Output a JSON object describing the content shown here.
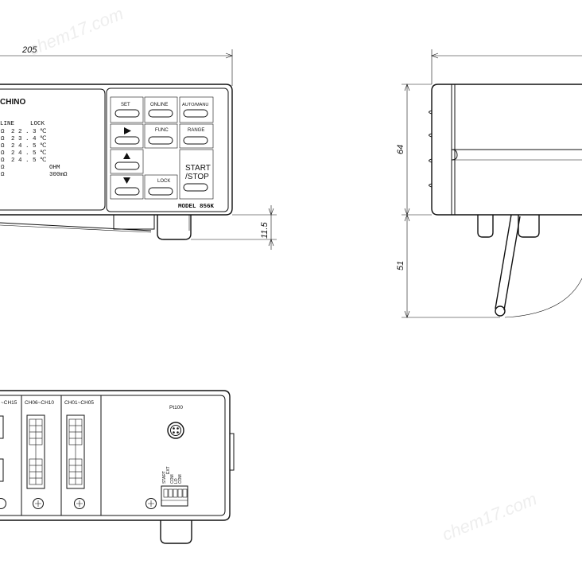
{
  "watermark": "chem17.com",
  "front_view": {
    "width_dim": "205",
    "height_dim": "11.5",
    "logo": "CHINO",
    "display": {
      "header": [
        "LINE",
        "LOCK"
      ],
      "rows": [
        [
          "Ω",
          "2 2 . 3 ℃"
        ],
        [
          "Ω",
          "2 3 . 4 ℃"
        ],
        [
          "Ω",
          "2 4 . 5 ℃"
        ],
        [
          "Ω",
          "2 4 . 5 ℃"
        ],
        [
          "Ω",
          "2 4 . 5 ℃"
        ],
        [
          "Ω",
          "OHM"
        ],
        [
          "Ω",
          "300mΩ"
        ]
      ]
    },
    "keys": {
      "set": "SET",
      "online": "ONLINE",
      "auto_manu": "AUTO/MANU",
      "func": "FUNC",
      "range": "RANGE",
      "start": "START",
      "stop": "/STOP",
      "lock": "LOCK"
    },
    "model": "MODEL 856K"
  },
  "side_view": {
    "height_dim": "64",
    "stand_dim": "51"
  },
  "rear_view": {
    "slot1": "~CH15",
    "slot2": "CH06~CH10",
    "slot3": "CH01~CH05",
    "pt100": "Pt100",
    "terminal_labels": [
      "START",
      "EXT",
      "COM",
      "LO",
      "COM"
    ]
  }
}
